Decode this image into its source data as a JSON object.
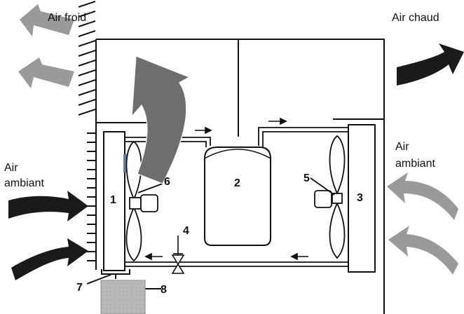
{
  "labels": {
    "cold_air": "Air froid",
    "hot_air": "Air chaud",
    "ambient_left_1": "Air",
    "ambient_left_2": "ambiant",
    "ambient_right_1": "Air",
    "ambient_right_2": "ambiant"
  },
  "numbers": {
    "evaporator": "1",
    "compressor": "2",
    "condenser": "3",
    "expansion_valve": "4",
    "condenser_fan": "5",
    "evaporator_fan": "6",
    "drain_pan": "7",
    "condensate_tank": "8"
  },
  "colors": {
    "dark_arrow": "#1a1a1a",
    "gray_arrow": "#9a9a9a",
    "big_arrow": "#6e6e6e",
    "tank": "#b5b5b5",
    "line": "#111111"
  }
}
